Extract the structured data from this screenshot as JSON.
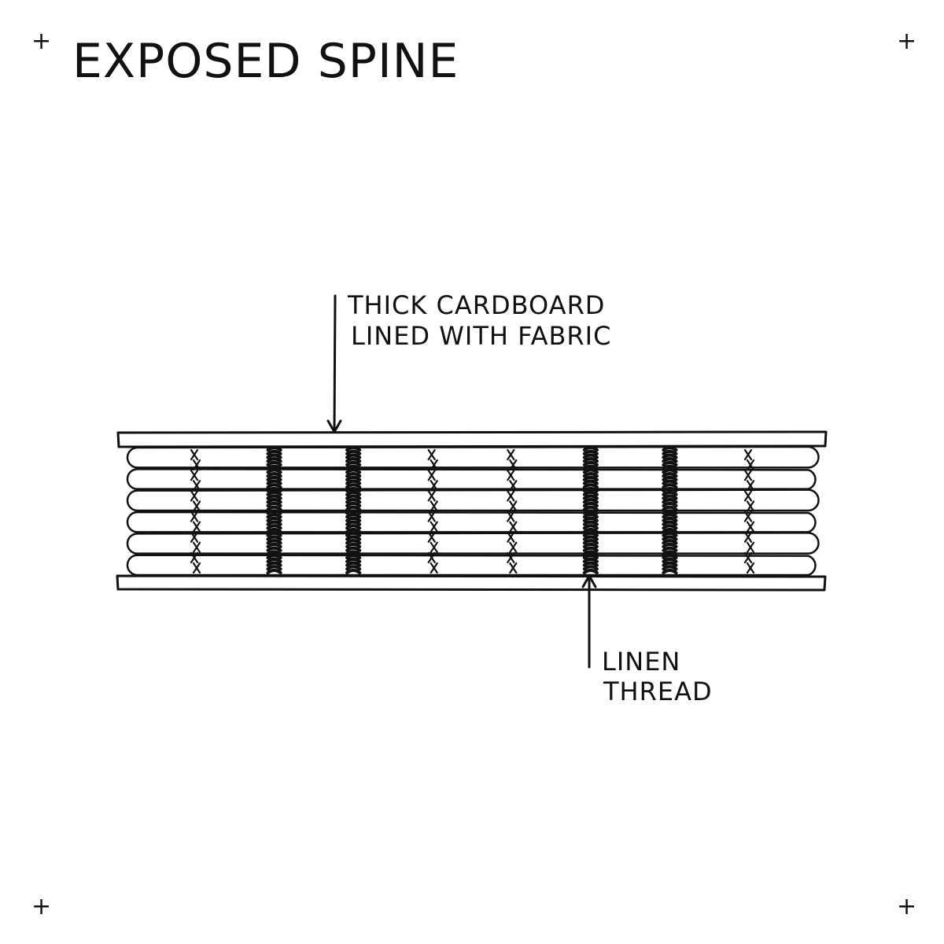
{
  "title": "EXPOSED SPINE",
  "corner_mark": "+",
  "labels": {
    "cover": {
      "line1": "THICK CARDBOARD",
      "line2": "LINED WITH FABRIC"
    },
    "thread": {
      "line1": "LINEN",
      "line2": "THREAD"
    }
  },
  "spine": {
    "signature_count": 6,
    "stitch_columns": [
      {
        "style": "cross"
      },
      {
        "style": "coiled"
      },
      {
        "style": "coiled"
      },
      {
        "style": "cross"
      },
      {
        "style": "cross"
      },
      {
        "style": "coiled"
      },
      {
        "style": "coiled"
      },
      {
        "style": "cross"
      }
    ]
  },
  "colors": {
    "ink": "#111111",
    "paper": "#ffffff"
  }
}
